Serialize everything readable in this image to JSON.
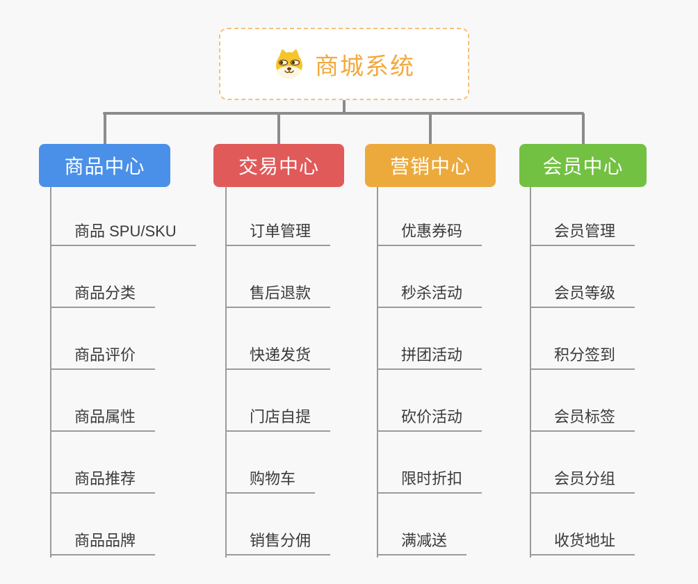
{
  "page": {
    "background": "#f8f8f8"
  },
  "root": {
    "title": "商城系统",
    "icon": "dog-face-icon",
    "text_color": "#f2a93e",
    "border_color": "#f5c17a",
    "background": "#ffffff"
  },
  "connectors": {
    "tree_line_color": "#8b8b8b",
    "child_line_color": "#9a9a9a"
  },
  "branches": [
    {
      "label": "商品中心",
      "color": "#4a90e8",
      "children": [
        "商品 SPU/SKU",
        "商品分类",
        "商品评价",
        "商品属性",
        "商品推荐",
        "商品品牌"
      ]
    },
    {
      "label": "交易中心",
      "color": "#e15a5a",
      "children": [
        "订单管理",
        "售后退款",
        "快递发货",
        "门店自提",
        "购物车",
        "销售分佣"
      ]
    },
    {
      "label": "营销中心",
      "color": "#ecaa3d",
      "children": [
        "优惠券码",
        "秒杀活动",
        "拼团活动",
        "砍价活动",
        "限时折扣",
        "满减送"
      ]
    },
    {
      "label": "会员中心",
      "color": "#73c142",
      "children": [
        "会员管理",
        "会员等级",
        "积分签到",
        "会员标签",
        "会员分组",
        "收货地址"
      ]
    }
  ]
}
